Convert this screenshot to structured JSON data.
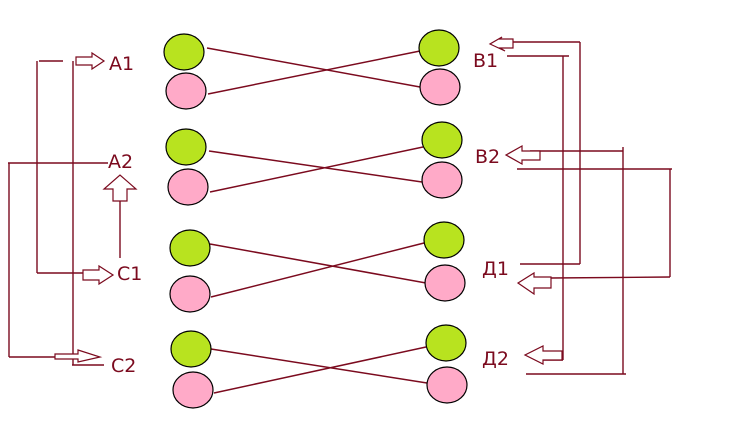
{
  "diagram": {
    "colors": {
      "line": "#7b0a1e",
      "green_node": "#b8e31f",
      "pink_node": "#ffaac8",
      "node_outline": "#000000",
      "background": "#ffffff"
    },
    "labels": {
      "A1": "A1",
      "A2": "A2",
      "C1": "C1",
      "C2": "C2",
      "B1": "B1",
      "B2": "B2",
      "D1": "Д1",
      "D2": "Д2"
    },
    "pairs": [
      {
        "id": "pair-1",
        "left": [
          "green",
          "pink"
        ],
        "right": [
          "green",
          "pink"
        ],
        "crossed": true
      },
      {
        "id": "pair-2",
        "left": [
          "green",
          "pink"
        ],
        "right": [
          "green",
          "pink"
        ],
        "crossed": true
      },
      {
        "id": "pair-3",
        "left": [
          "green",
          "pink"
        ],
        "right": [
          "green",
          "pink"
        ],
        "crossed": true
      },
      {
        "id": "pair-4",
        "left": [
          "green",
          "pink"
        ],
        "right": [
          "green",
          "pink"
        ],
        "crossed": true
      }
    ]
  }
}
